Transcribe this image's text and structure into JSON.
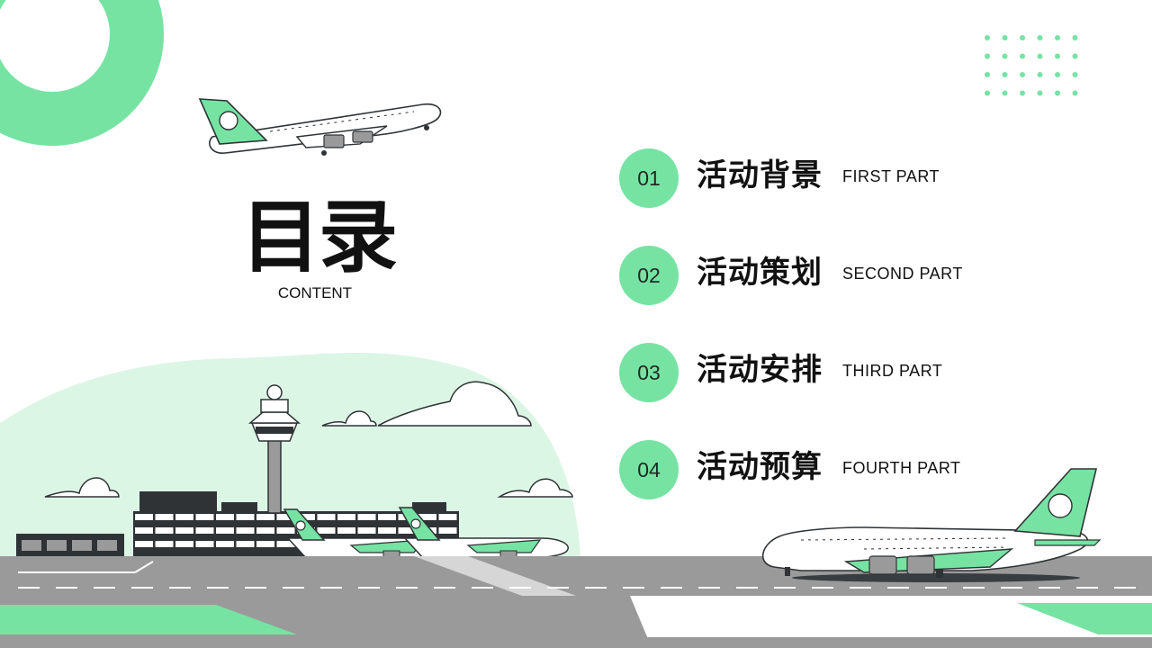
{
  "title": "目录",
  "subtitle": "CONTENT",
  "toc": [
    {
      "num": "01",
      "label": "活动背景",
      "en": "FIRST PART"
    },
    {
      "num": "02",
      "label": "活动策划",
      "en": "SECOND PART"
    },
    {
      "num": "03",
      "label": "活动安排",
      "en": "THIRD PART"
    },
    {
      "num": "04",
      "label": "活动预算",
      "en": "FOURTH PART"
    }
  ],
  "colors": {
    "accent": "#76e3a3",
    "accent_light": "#dcf6e6",
    "runway": "#9a9a9a",
    "dark": "#2f3336"
  },
  "decor": [
    "top-left-ring",
    "dot-grid",
    "airplane-flying",
    "airport-scene",
    "airplane-parked"
  ]
}
